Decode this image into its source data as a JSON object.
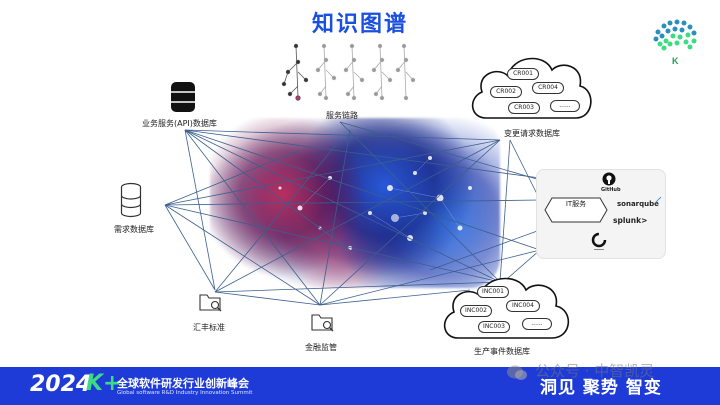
{
  "title": "知识图谱",
  "nodes": {
    "api_db": "业务服务(API)数据库",
    "demand_db": "需求数据库",
    "huifeng": "汇丰标准",
    "jinrong": "金融监管",
    "service_chain": "服务链路",
    "change_db": "变更请求数据库",
    "incident_db": "生产事件数据库"
  },
  "change_cloud": [
    "CR001",
    "CR002",
    "CR004",
    "CR003",
    "......"
  ],
  "incident_cloud": [
    "INC001",
    "INC002",
    "INC004",
    "INC003",
    "......"
  ],
  "it_box": {
    "service_label": "IT服务",
    "tools": [
      "GitHub",
      "sonarqube",
      "splunk>"
    ]
  },
  "footer": {
    "year": "2024",
    "kplus": "K+",
    "summit_cn": "全球软件研发行业创新峰会",
    "summit_en": "Global software R&D Industry Innovation Summit",
    "slogan": "洞见 聚势 智变"
  },
  "watermark": "公众号 · 中智凯灵",
  "logo_letter": "K",
  "colors": {
    "title": "#1a4fe0",
    "footer": "#1e3bd8",
    "lines": "#3a5f8f",
    "accent_green": "#3ddc84"
  }
}
